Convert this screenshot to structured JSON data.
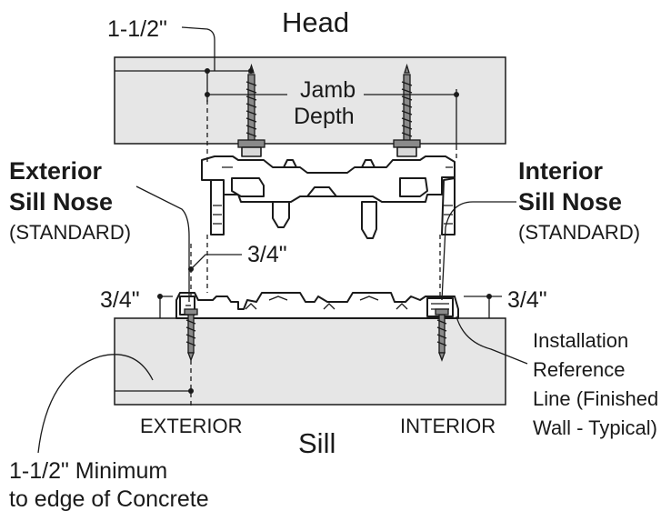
{
  "labels": {
    "head": "Head",
    "sill": "Sill",
    "jamb_depth_line1": "Jamb",
    "jamb_depth_line2": "Depth",
    "top_dim": "1-1/2\"",
    "exterior_line1": "Exterior",
    "exterior_line2": "Sill Nose",
    "exterior_line3": "(STANDARD)",
    "interior_line1": "Interior",
    "interior_line2": "Sill Nose",
    "interior_line3": "(STANDARD)",
    "dim_three_quarter_top": "3/4\"",
    "dim_three_quarter_left": "3/4\"",
    "dim_three_quarter_right": "3/4\"",
    "install_line1": "Installation",
    "install_line2": "Reference",
    "install_line3": "Line (Finished",
    "install_line4": "Wall - Typical)",
    "exterior_side": "EXTERIOR",
    "interior_side": "INTERIOR",
    "min_edge_line1": "1-1/2\" Minimum",
    "min_edge_line2": "to edge of Concrete"
  },
  "colors": {
    "substrate": "#e6e6e6",
    "line": "#1a1a1a",
    "profile_fill": "#ffffff",
    "screw_fill": "#8a8a8a"
  }
}
